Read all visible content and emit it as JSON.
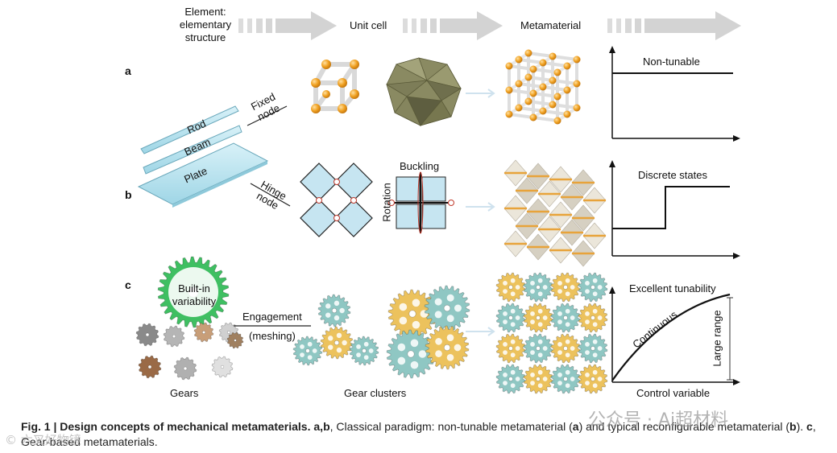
{
  "header": {
    "element_label": "Element:\nelementary\nstructure",
    "unit_cell_label": "Unit cell",
    "metamaterial_label": "Metamaterial"
  },
  "panel_a": {
    "letter": "a",
    "node_label": "Fixed\nnode",
    "plot_label": "Non-tunable"
  },
  "elements": {
    "rod": "Rod",
    "beam": "Beam",
    "plate": "Plate"
  },
  "panel_b": {
    "letter": "b",
    "node_label": "Hinge\nnode",
    "buckling_label": "Buckling",
    "rotation_label": "Rotation",
    "plot_label": "Discrete states"
  },
  "panel_c": {
    "letter": "c",
    "gear_label": "Built-in\nvariability",
    "engagement_label": "Engagement",
    "meshing_label": "(meshing)",
    "gears_label": "Gears",
    "gear_clusters_label": "Gear clusters",
    "plot_title": "Excellent tunability",
    "continuous_label": "Continuous",
    "large_range_label": "Large range",
    "control_variable_label": "Control variable"
  },
  "caption": {
    "fig_label": "Fig. 1 | Design concepts of mechanical metamaterials.",
    "ab": "a",
    "ab2": "b",
    "text1": ", Classical paradigm: non-tunable metamaterial (",
    "a": "a",
    "text2": ") and typical reconfigurable metamaterial (",
    "b": "b",
    "text3": "). ",
    "c": "c",
    "text4": ", Gear-based metamaterials."
  },
  "watermark": "公众号 · Ai超材料",
  "watermark_left": "© 六叉好物镜",
  "colors": {
    "node_orange": "#f0a020",
    "rod_white": "#f2f2f2",
    "glass_blue": "#bfe6f2",
    "gear_teal": "#8fc7c3",
    "gear_yellow": "#ecc25d",
    "gear_green": "#3fbf62",
    "arrow_gray": "#d3d3d3"
  }
}
